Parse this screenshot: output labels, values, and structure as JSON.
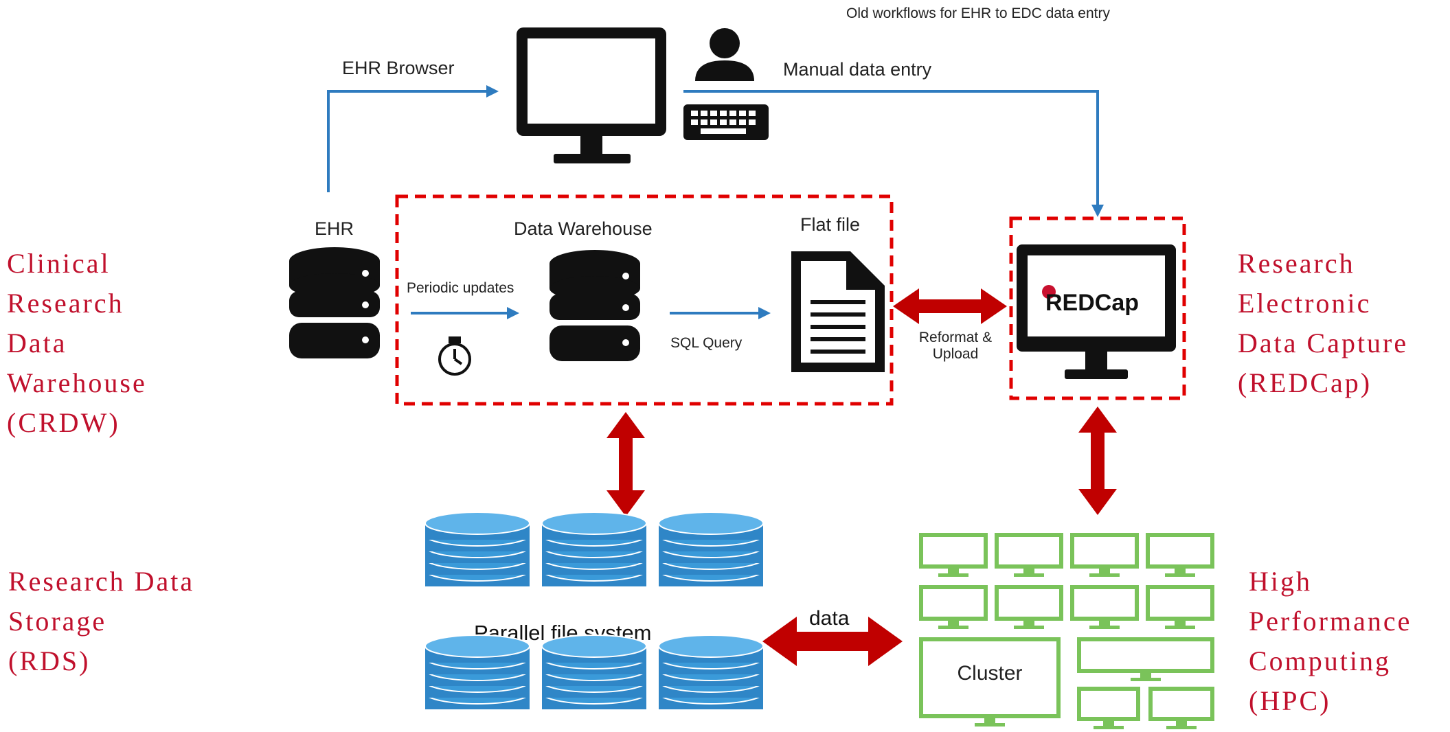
{
  "caption": "Old workflows for EHR to EDC data entry",
  "labels": {
    "ehr_browser": "EHR Browser",
    "manual_entry": "Manual data entry",
    "ehr": "EHR",
    "data_warehouse": "Data Warehouse",
    "flat_file": "Flat file",
    "periodic_updates": "Periodic updates",
    "sql_query": "SQL Query",
    "reformat_upload_1": "Reformat &",
    "reformat_upload_2": "Upload",
    "redcap_logo": "REDCap",
    "parallel_fs": "Parallel file system",
    "data": "data",
    "cluster": "Cluster"
  },
  "side_labels": {
    "crdw": [
      "Clinical",
      "Research",
      "Data",
      "Warehouse",
      "(CRDW)"
    ],
    "redcap": [
      "Research",
      "Electronic",
      "Data Capture",
      "(REDCap)"
    ],
    "rds": [
      "Research Data",
      "Storage",
      "(RDS)"
    ],
    "hpc": [
      "High",
      "Performance",
      "Computing",
      "(HPC)"
    ]
  },
  "colors": {
    "side_label": "#c0102c",
    "double_arrow": "#c00000",
    "flow_arrow": "#2e7bbf",
    "dashed_box": "#e00000",
    "storage_disk": "#3a9ad9",
    "cluster_green": "#7ac35a"
  }
}
